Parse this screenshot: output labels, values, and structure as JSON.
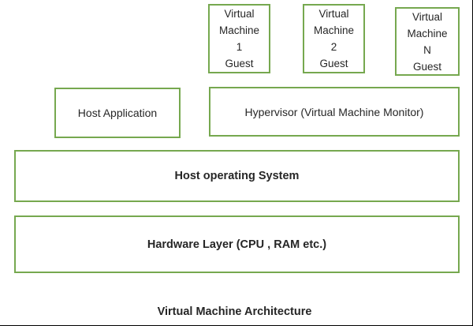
{
  "diagram": {
    "caption": "Virtual Machine Architecture",
    "border_color": "#76a84f",
    "text_color": "#262626",
    "outline_color": "#000000",
    "background": "#ffffff",
    "guests": [
      {
        "name": "virtual-machine-1",
        "line1": "Virtual",
        "line2": "Machine",
        "line3": "1",
        "line4": "Guest"
      },
      {
        "name": "virtual-machine-2",
        "line1": "Virtual",
        "line2": "Machine",
        "line3": "2",
        "line4": "Guest"
      },
      {
        "name": "virtual-machine-n",
        "line1": "Virtual",
        "line2": "Machine",
        "line3": "N",
        "line4": "Guest"
      }
    ],
    "layers": {
      "host_application": "Host Application",
      "hypervisor": "Hypervisor (Virtual Machine Monitor)",
      "host_operating_system": "Host operating System",
      "hardware_layer": "Hardware Layer (CPU , RAM etc.)"
    }
  }
}
